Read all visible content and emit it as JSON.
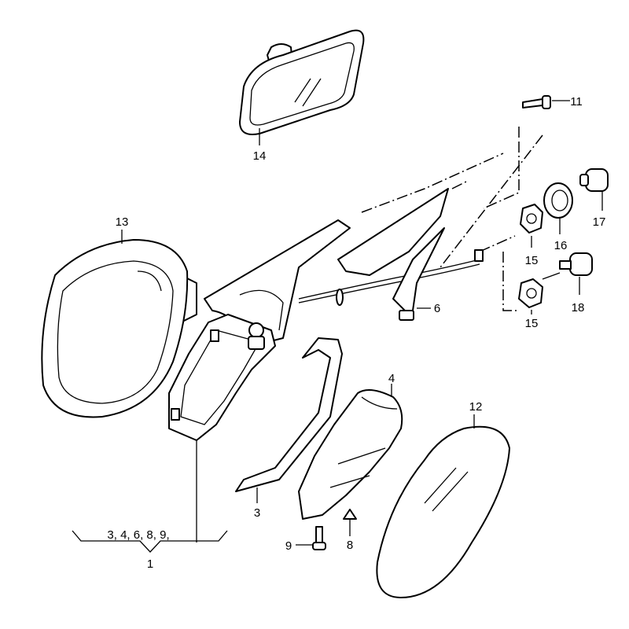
{
  "diagram": {
    "labels": {
      "p11": "11",
      "p14": "14",
      "p13": "13",
      "p17": "17",
      "p16": "16",
      "p15a": "15",
      "p15b": "15",
      "p18": "18",
      "p6": "6",
      "p4": "4",
      "p12": "12",
      "p3": "3",
      "p9": "9",
      "p8": "8",
      "assembly_contents": "3, 4, 6, 8, 9,",
      "p1": "1"
    }
  }
}
